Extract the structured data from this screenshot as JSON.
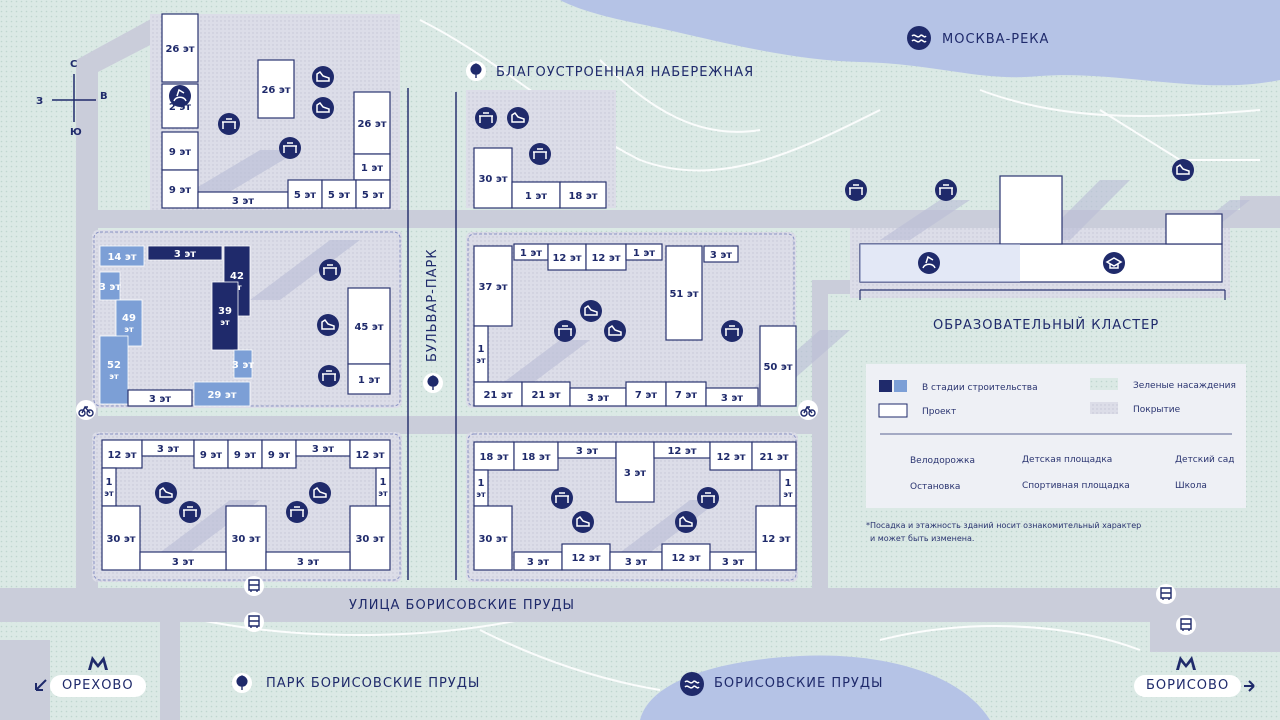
{
  "labels": {
    "river": "МОСКВА-РЕКА",
    "embankment": "БЛАГОУСТРОЕННАЯ НАБЕРЕЖНАЯ",
    "boulevard": "БУЛЬВАР-ПАРК",
    "edu_cluster": "ОБРАЗОВАТЕЛЬНЫЙ КЛАСТЕР",
    "street": "УЛИЦА БОРИСОВСКИЕ ПРУДЫ",
    "park": "ПАРК БОРИСОВСКИЕ ПРУДЫ",
    "ponds": "БОРИСОВСКИЕ ПРУДЫ"
  },
  "metro": {
    "left": "ОРЕХОВО",
    "right": "БОРИСОВО"
  },
  "compass": {
    "n": "С",
    "w": "З",
    "e": "В",
    "s": "Ю"
  },
  "legend": {
    "under_construction": "В стадии строительства",
    "project": "Проект",
    "greenery": "Зеленые насаждения",
    "coating": "Покрытие",
    "bike": "Велодорожка",
    "bus": "Остановка",
    "playground": "Детская площадка",
    "sport": "Спортивная площадка",
    "kindergarten": "Детский сад",
    "school": "Школа"
  },
  "note": {
    "line1": "*Посадка и этажность зданий носит ознакомительный характер",
    "line2": "и может быть изменена."
  },
  "colors": {
    "dark_building": "#1f2a6b",
    "light_building": "#7c9fd6",
    "river": "#b5c3e6",
    "road": "#c9cbd8",
    "greenery": "#d6e7e2"
  },
  "buildings": [
    {
      "floors": "26 эт"
    },
    {
      "floors": "2 эт"
    },
    {
      "floors": "9 эт"
    },
    {
      "floors": "9 эт"
    },
    {
      "floors": "3 эт"
    },
    {
      "floors": "26 эт"
    },
    {
      "floors": "26 эт"
    },
    {
      "floors": "1 эт"
    },
    {
      "floors": "5 эт"
    },
    {
      "floors": "5 эт"
    },
    {
      "floors": "5 эт"
    },
    {
      "floors": "30 эт"
    },
    {
      "floors": "1 эт"
    },
    {
      "floors": "18 эт"
    },
    {
      "floors": "14 эт"
    },
    {
      "floors": "3 эт"
    },
    {
      "floors": "3 эт"
    },
    {
      "floors": "42 эт"
    },
    {
      "floors": "49 эт"
    },
    {
      "floors": "39 эт"
    },
    {
      "floors": "52 эт"
    },
    {
      "floors": "3 эт"
    },
    {
      "floors": "3 эт"
    },
    {
      "floors": "29 эт"
    },
    {
      "floors": "45 эт"
    },
    {
      "floors": "1 эт"
    },
    {
      "floors": "1 эт"
    },
    {
      "floors": "12 эт"
    },
    {
      "floors": "12 эт"
    },
    {
      "floors": "1 эт"
    },
    {
      "floors": "3 эт"
    },
    {
      "floors": "37 эт"
    },
    {
      "floors": "51 эт"
    },
    {
      "floors": "1 эт"
    },
    {
      "floors": "21 эт"
    },
    {
      "floors": "21 эт"
    },
    {
      "floors": "3 эт"
    },
    {
      "floors": "7 эт"
    },
    {
      "floors": "7 эт"
    },
    {
      "floors": "3 эт"
    },
    {
      "floors": "50 эт"
    },
    {
      "floors": "12 эт"
    },
    {
      "floors": "3 эт"
    },
    {
      "floors": "9 эт"
    },
    {
      "floors": "9 эт"
    },
    {
      "floors": "9 эт"
    },
    {
      "floors": "3 эт"
    },
    {
      "floors": "12 эт"
    },
    {
      "floors": "1 эт"
    },
    {
      "floors": "1 эт"
    },
    {
      "floors": "30 эт"
    },
    {
      "floors": "30 эт"
    },
    {
      "floors": "30 эт"
    },
    {
      "floors": "3 эт"
    },
    {
      "floors": "3 эт"
    },
    {
      "floors": "18 эт"
    },
    {
      "floors": "18 эт"
    },
    {
      "floors": "3 эт"
    },
    {
      "floors": "3 эт"
    },
    {
      "floors": "12 эт"
    },
    {
      "floors": "12 эт"
    },
    {
      "floors": "21 эт"
    },
    {
      "floors": "1 эт"
    },
    {
      "floors": "1 эт"
    },
    {
      "floors": "30 эт"
    },
    {
      "floors": "12 эт"
    },
    {
      "floors": "3 эт"
    },
    {
      "floors": "12 эт"
    },
    {
      "floors": "3 эт"
    },
    {
      "floors": "12 эт"
    },
    {
      "floors": "3 эт"
    }
  ]
}
